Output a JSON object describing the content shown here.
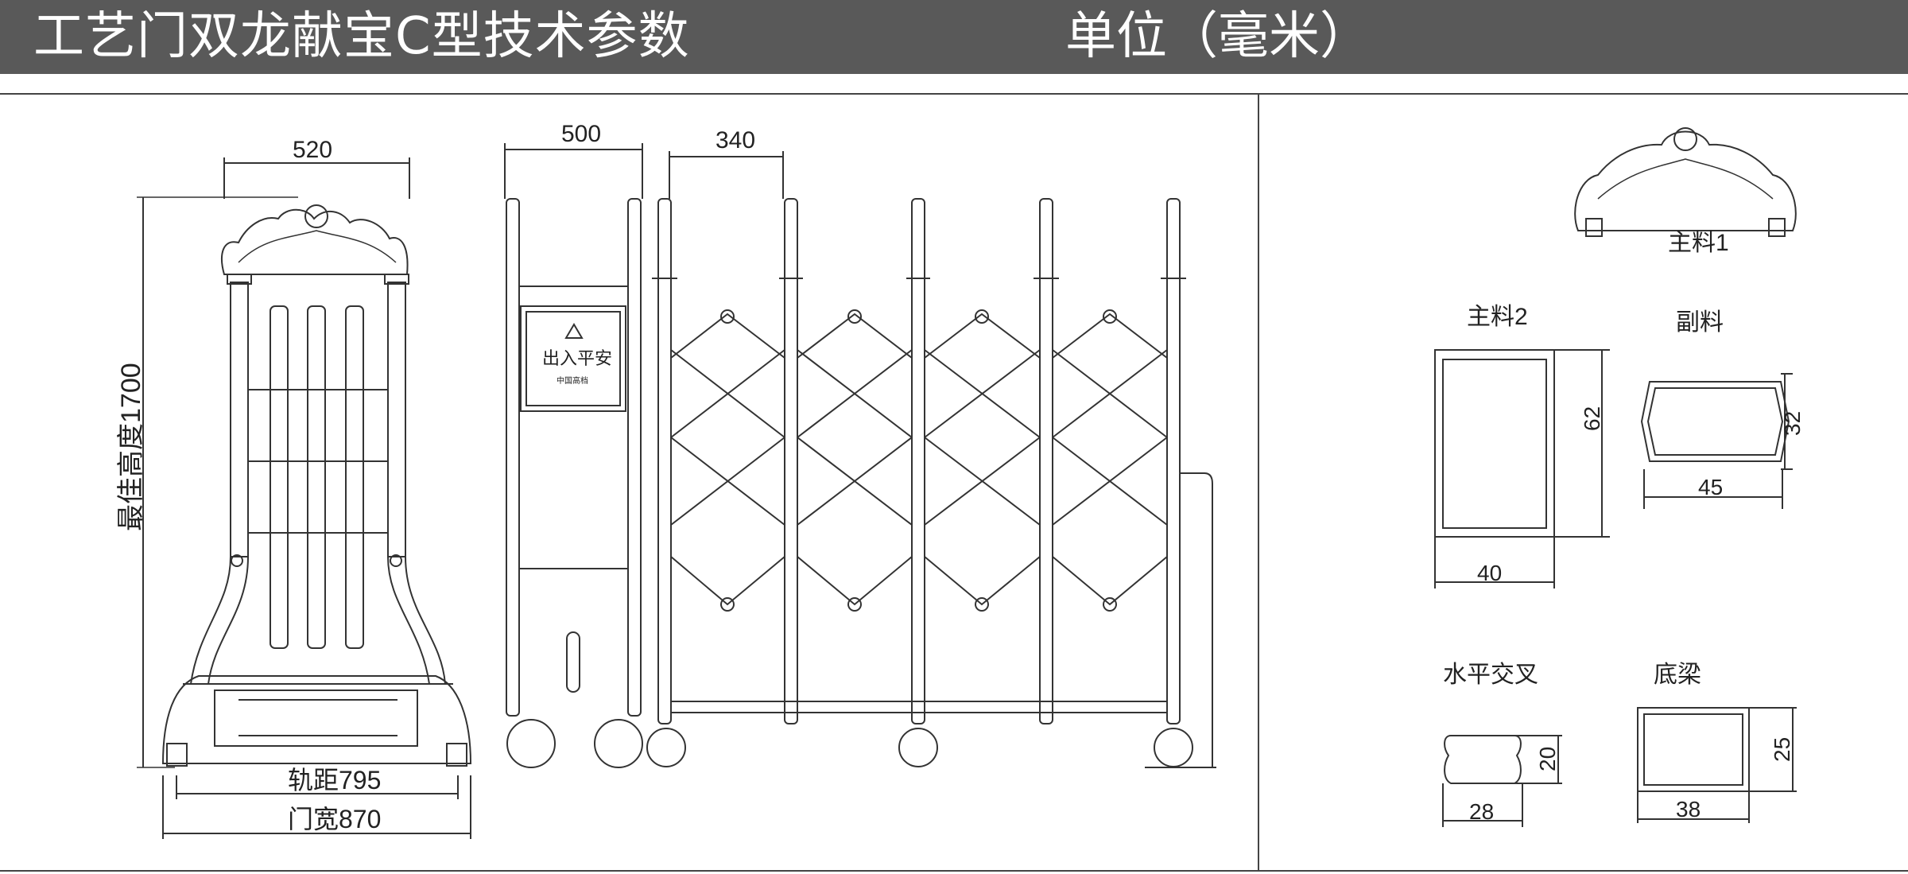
{
  "header": {
    "title": "工艺门双龙献宝C型技术参数",
    "unit": "单位（毫米）"
  },
  "front_view": {
    "top_width": "520",
    "height_label": "最佳高度1700",
    "track_label": "轨距795",
    "door_width_label": "门宽870"
  },
  "side_view": {
    "post_width": "500",
    "pitch": "340",
    "sign_text": "出入平安",
    "sign_subtext": "中国高档"
  },
  "profiles": {
    "main1": {
      "label": "主料1"
    },
    "main2": {
      "label": "主料2",
      "width": "40",
      "height": "62"
    },
    "aux": {
      "label": "副料",
      "width": "45",
      "height": "32"
    },
    "cross": {
      "label": "水平交叉",
      "width": "28",
      "height": "20"
    },
    "beam": {
      "label": "底梁",
      "width": "38",
      "height": "25"
    }
  }
}
